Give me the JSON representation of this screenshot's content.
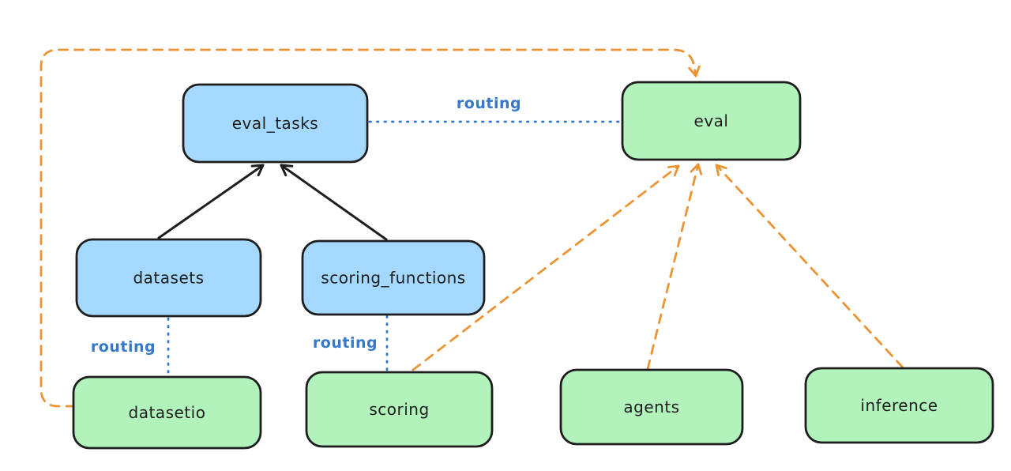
{
  "diagram": {
    "background": "#ffffff",
    "colors": {
      "blue_fill": "#a5d8ff",
      "green_fill": "#b2f2bb",
      "stroke": "#1e1e1e",
      "routing_blue": "#3579c8",
      "orange_dashed": "#ec9333"
    },
    "nodes": {
      "eval_tasks": {
        "label": "eval_tasks",
        "fill": "#a5d8ff"
      },
      "eval": {
        "label": "eval",
        "fill": "#b2f2bb"
      },
      "datasets": {
        "label": "datasets",
        "fill": "#a5d8ff"
      },
      "scoring_functions": {
        "label": "scoring_functions",
        "fill": "#a5d8ff"
      },
      "datasetio": {
        "label": "datasetio",
        "fill": "#b2f2bb"
      },
      "scoring": {
        "label": "scoring",
        "fill": "#b2f2bb"
      },
      "agents": {
        "label": "agents",
        "fill": "#b2f2bb"
      },
      "inference": {
        "label": "inference",
        "fill": "#b2f2bb"
      }
    },
    "edge_labels": {
      "routing_eval_tasks_eval": "routing",
      "routing_datasets_datasetio": "routing",
      "routing_scoring_functions_scoring": "routing"
    },
    "edges": [
      {
        "from": "datasets",
        "to": "eval_tasks",
        "style": "solid-black-arrow"
      },
      {
        "from": "scoring_functions",
        "to": "eval_tasks",
        "style": "solid-black-arrow"
      },
      {
        "from": "eval_tasks",
        "to": "eval",
        "style": "dotted-blue",
        "label": "routing"
      },
      {
        "from": "datasets",
        "to": "datasetio",
        "style": "dotted-blue",
        "label": "routing"
      },
      {
        "from": "scoring_functions",
        "to": "scoring",
        "style": "dotted-blue",
        "label": "routing"
      },
      {
        "from": "datasetio",
        "to": "eval",
        "style": "dashed-orange-arrow"
      },
      {
        "from": "scoring",
        "to": "eval",
        "style": "dashed-orange-arrow"
      },
      {
        "from": "agents",
        "to": "eval",
        "style": "dashed-orange-arrow"
      },
      {
        "from": "inference",
        "to": "eval",
        "style": "dashed-orange-arrow"
      }
    ]
  }
}
